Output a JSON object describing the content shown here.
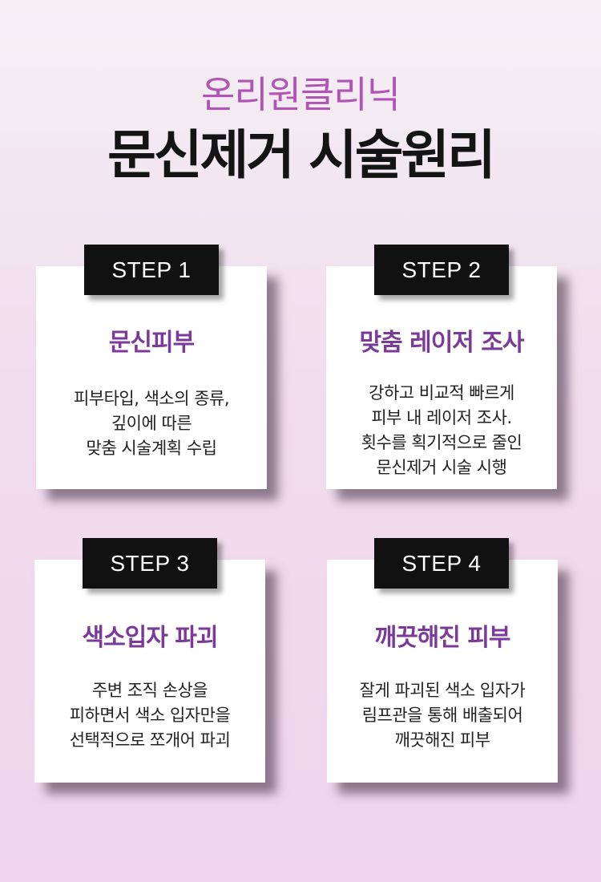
{
  "header": {
    "subtitle": "온리원클리닉",
    "title": "문신제거 시술원리"
  },
  "steps": [
    {
      "badge": "STEP 1",
      "title": "문신피부",
      "lines": [
        "피부타입, 색소의 종류,",
        "깊이에 따른",
        "맞춤 시술계획 수립"
      ]
    },
    {
      "badge": "STEP 2",
      "title": "맞춤 레이저 조사",
      "lines": [
        "강하고 비교적 빠르게",
        "피부 내 레이저 조사.",
        "횟수를 획기적으로 줄인",
        "문신제거 시술 시행"
      ]
    },
    {
      "badge": "STEP 3",
      "title": "색소입자 파괴",
      "lines": [
        "주변 조직 손상을",
        "피하면서 색소 입자만을",
        "선택적으로 쪼개어 파괴"
      ]
    },
    {
      "badge": "STEP 4",
      "title": "깨끗해진 피부",
      "lines": [
        "잘게 파괴된 색소 입자가",
        "림프관을 통해 배출되어",
        "깨끗해진 피부"
      ]
    }
  ],
  "colors": {
    "accent_purple": "#7b3a9a",
    "subtitle_purple": "#b054b6",
    "badge_black": "#111111"
  }
}
